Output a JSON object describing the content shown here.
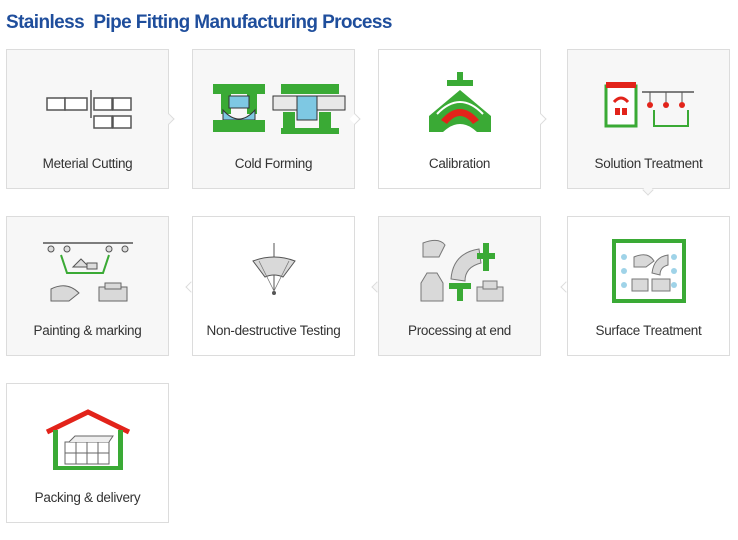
{
  "page": {
    "title": "Stainless  Pipe Fitting Manufacturing Process"
  },
  "steps": [
    {
      "label": "Meterial Cutting"
    },
    {
      "label": "Cold Forming"
    },
    {
      "label": "Calibration"
    },
    {
      "label": "Solution Treatment"
    },
    {
      "label": "Painting & marking"
    },
    {
      "label": "Non-destructive Testing"
    },
    {
      "label": "Processing at end"
    },
    {
      "label": "Surface Treatment"
    },
    {
      "label": "Packing & delivery"
    }
  ],
  "colors": {
    "title": "#1f4e9c",
    "green": "#3aaa35",
    "red": "#e2231a",
    "blue": "#7ec8e3",
    "card_shade": "#f7f7f7",
    "border": "#dcdcdc"
  }
}
